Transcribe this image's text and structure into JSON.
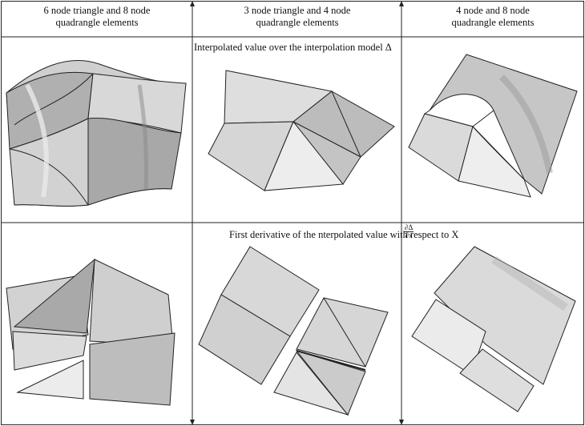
{
  "headers": [
    {
      "line1": "6 node triangle and 8 node",
      "line2": "quadrangle elements"
    },
    {
      "line1": "3 node triangle and 4 node",
      "line2": "quadrangle elements"
    },
    {
      "line1": "4 node and 8 node",
      "line2": "quadrangle elements"
    }
  ],
  "rows": [
    {
      "caption": "Interpolated value over the interpolation model Δ"
    },
    {
      "caption": "First derivative of the nterpolated value with respect to X",
      "fraction_num": "∂Δ",
      "fraction_den": "∂x"
    }
  ],
  "colors": {
    "line": "#222222",
    "shade_light": "#e4e4e4",
    "shade_mid": "#c8c8c8",
    "shade_dark": "#9a9a9a"
  }
}
